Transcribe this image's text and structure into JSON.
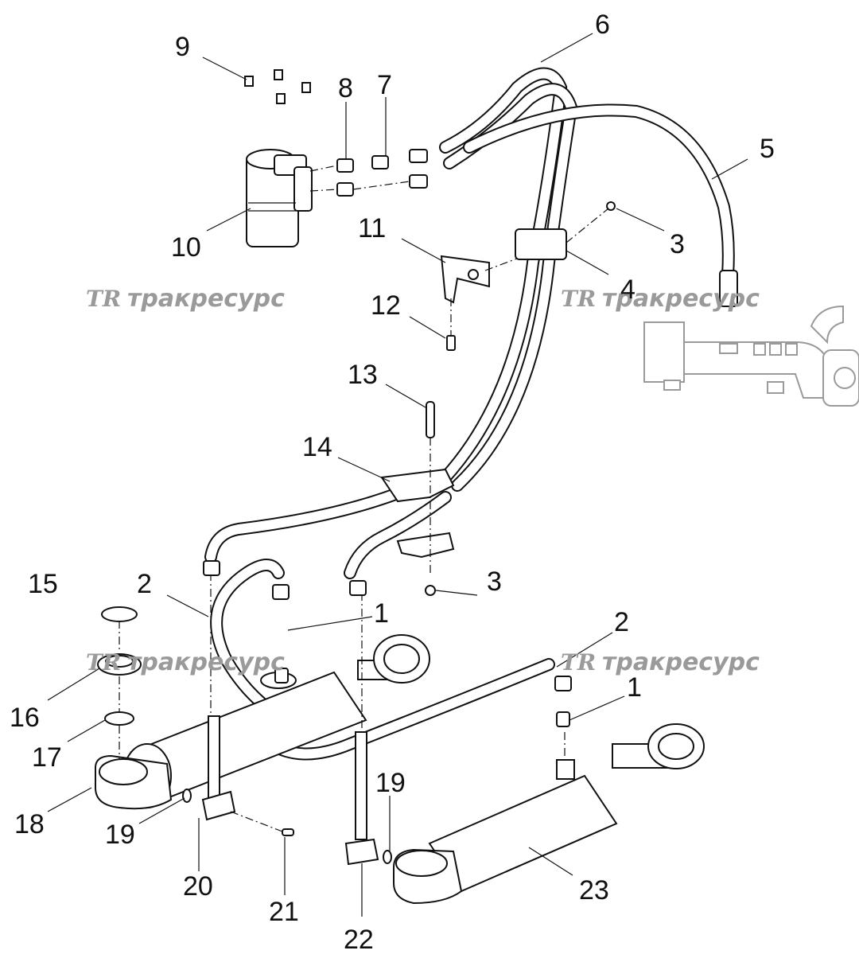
{
  "callouts": [
    "1",
    "2",
    "3",
    "4",
    "5",
    "6",
    "7",
    "8",
    "9",
    "10",
    "11",
    "12",
    "13",
    "14",
    "15",
    "16",
    "17",
    "18",
    "19",
    "20",
    "21",
    "22",
    "23"
  ],
  "watermark": {
    "logo": "TR",
    "text": "тракресурс"
  }
}
